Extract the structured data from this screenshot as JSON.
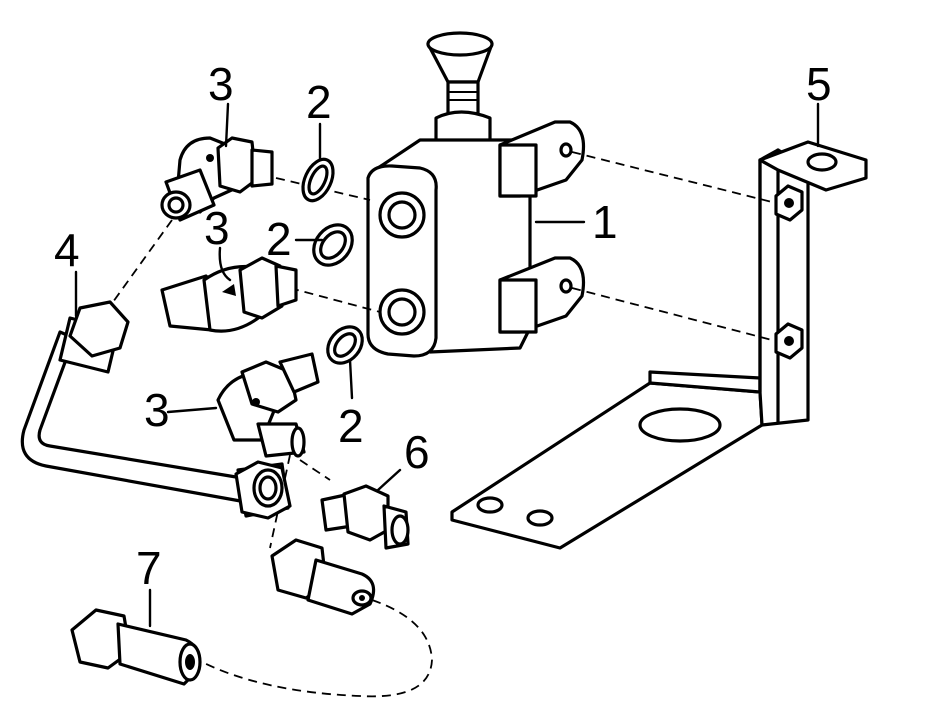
{
  "callouts": [
    {
      "id": "c1",
      "text": "1"
    },
    {
      "id": "c2a",
      "text": "2"
    },
    {
      "id": "c2b",
      "text": "2"
    },
    {
      "id": "c2c",
      "text": "2"
    },
    {
      "id": "c3a",
      "text": "3"
    },
    {
      "id": "c3b",
      "text": "3"
    },
    {
      "id": "c3c",
      "text": "3"
    },
    {
      "id": "c4",
      "text": "4"
    },
    {
      "id": "c5",
      "text": "5"
    },
    {
      "id": "c6",
      "text": "6"
    },
    {
      "id": "c7",
      "text": "7"
    }
  ]
}
